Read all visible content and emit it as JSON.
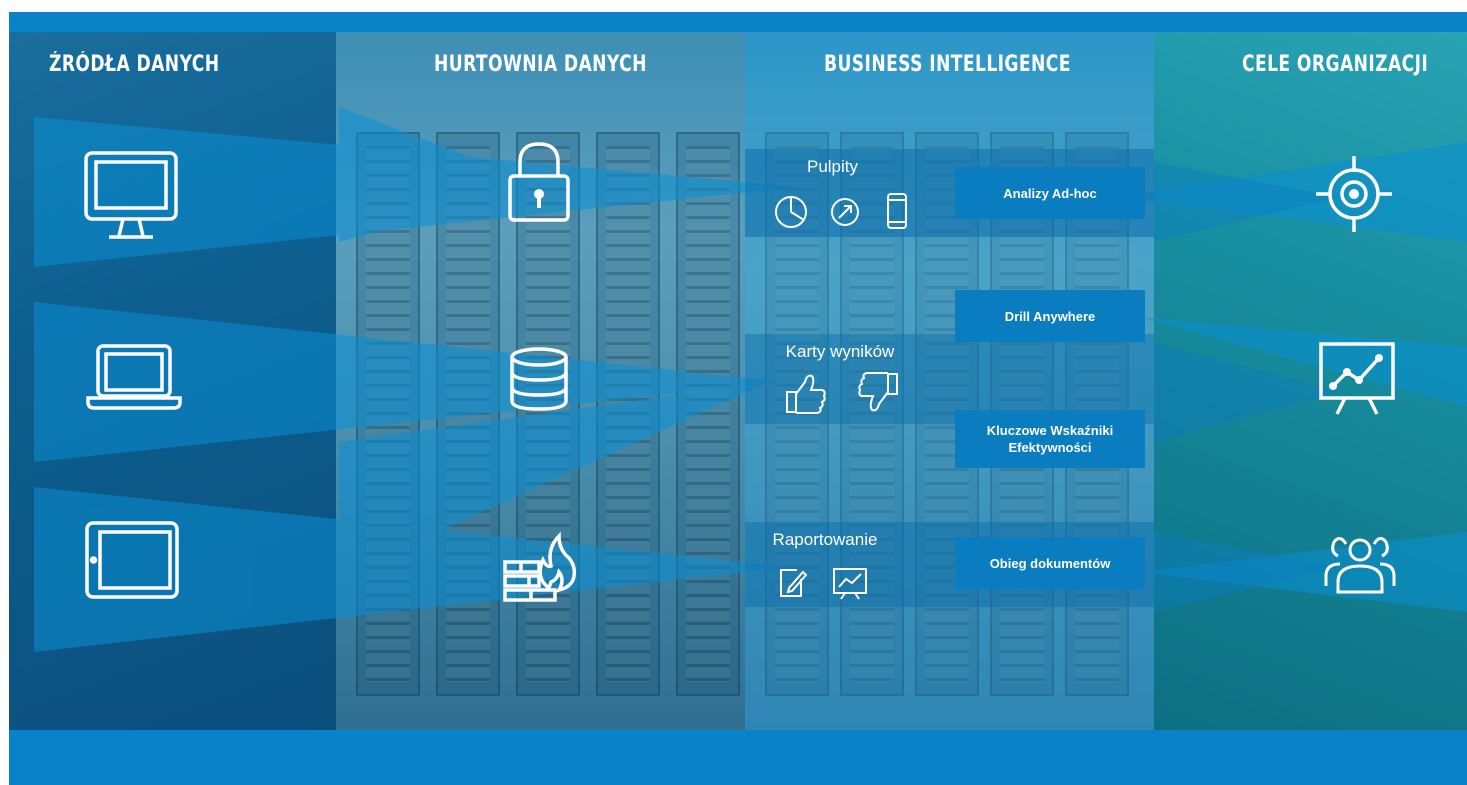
{
  "headings": {
    "sources": "ŹRÓDŁA DANYCH",
    "warehouse": "HURTOWNIA DANYCH",
    "bi": "BUSINESS INTELLIGENCE",
    "goals": "CELE ORGANIZACJI"
  },
  "bi_panels": {
    "pulpity": "Pulpity",
    "karty": "Karty wyników",
    "raport": "Raportowanie"
  },
  "tags": {
    "adhoc": "Analizy Ad-hoc",
    "drill": "Drill Anywhere",
    "kpi_line1": "Kluczowe Wskaźniki",
    "kpi_line2": "Efektywności",
    "obieg": "Obieg dokumentów"
  },
  "icons": {
    "sources": [
      "desktop-monitor-icon",
      "laptop-icon",
      "tablet-icon"
    ],
    "warehouse": [
      "padlock-icon",
      "database-icon",
      "firewall-icon"
    ],
    "pulpity": [
      "pie-chart-icon",
      "gauge-icon",
      "smartphone-icon"
    ],
    "karty": [
      "thumbs-up-icon",
      "thumbs-down-icon"
    ],
    "raport": [
      "edit-document-icon",
      "line-chart-board-icon"
    ],
    "goals": [
      "target-icon",
      "presentation-chart-icon",
      "team-icon"
    ]
  },
  "colors": {
    "accent": "#0a82c8",
    "tag": "#0a7cc0",
    "text": "#ffffff"
  }
}
